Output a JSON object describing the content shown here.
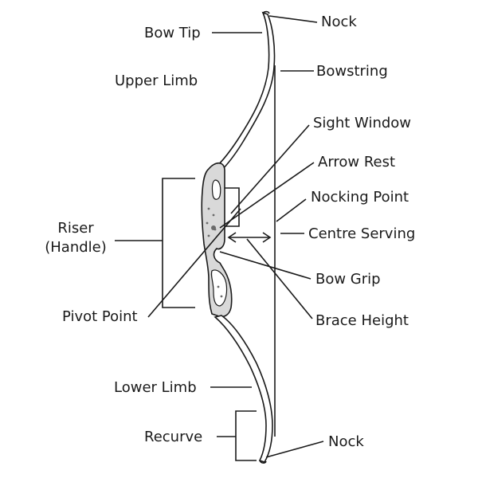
{
  "labels": {
    "nock_top": "Nock",
    "bow_tip": "Bow Tip",
    "bowstring": "Bowstring",
    "upper_limb": "Upper Limb",
    "sight_window": "Sight Window",
    "arrow_rest": "Arrow Rest",
    "nocking_point": "Nocking Point",
    "riser_line1": "Riser",
    "riser_line2": "(Handle)",
    "centre_serving": "Centre Serving",
    "bow_grip": "Bow Grip",
    "pivot_point": "Pivot Point",
    "brace_height": "Brace Height",
    "lower_limb": "Lower Limb",
    "recurve": "Recurve",
    "nock_bottom": "Nock"
  }
}
